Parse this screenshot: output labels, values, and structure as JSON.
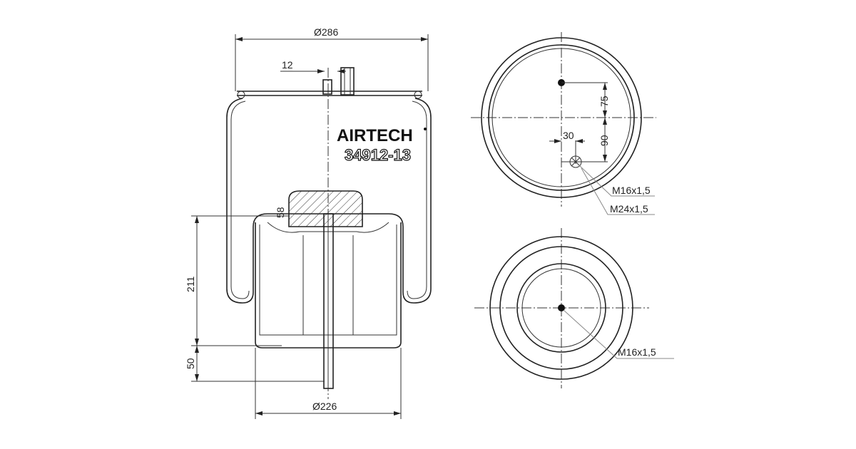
{
  "brand": {
    "name": "AIRTECH",
    "part_number": "34912-13"
  },
  "dimensions": {
    "top_diameter": "Ø286",
    "bottom_diameter": "Ø226",
    "offset_top": "12",
    "cap_height": "58",
    "height_211": "211",
    "height_50": "50",
    "hole_offset_x": "30",
    "hole_offset_75": "75",
    "hole_offset_90": "90"
  },
  "threads": {
    "top_m16": "M16x1,5",
    "top_m24": "M24x1,5",
    "bottom_m16": "M16x1,5"
  }
}
